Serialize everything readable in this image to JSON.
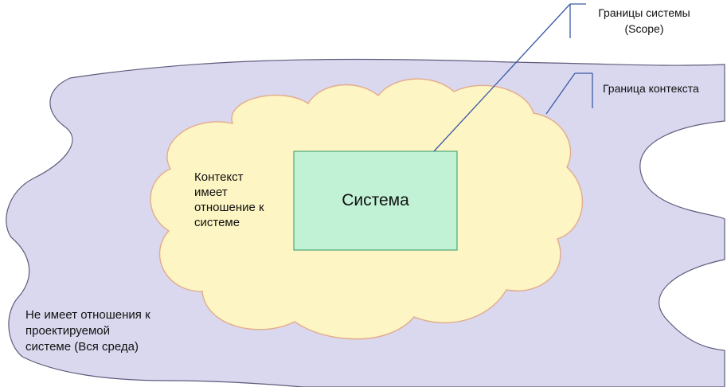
{
  "labels": {
    "scope": "Границы системы\n(Scope)",
    "context_border": "Граница контекста",
    "context": "Контекст\nимеет\nотношение к\nсистеме",
    "system": "Система",
    "environment": "Не имеет отношения к\nпроектируемой\nсистеме (Вся среда)"
  },
  "colors": {
    "environment_fill": "#d9d8ee",
    "environment_stroke": "#5e5c7c",
    "context_fill": "#fdf5c3",
    "context_stroke": "#e3ab8c",
    "system_fill": "#c1f2d6",
    "system_stroke": "#4fa777",
    "callout_line": "#3c5aa7"
  }
}
